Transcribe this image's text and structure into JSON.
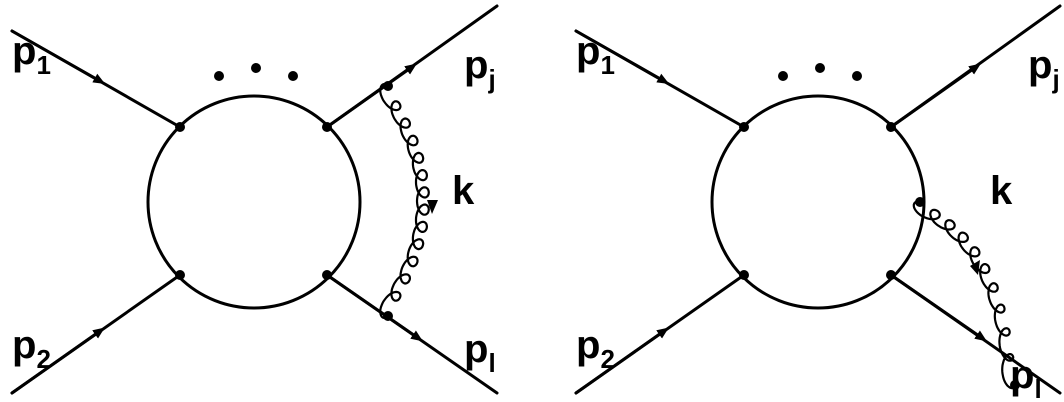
{
  "diagrams": [
    {
      "id": "left",
      "labels": {
        "p1": {
          "main": "p",
          "sub": "1"
        },
        "p2": {
          "main": "p",
          "sub": "2"
        },
        "pj": {
          "main": "p",
          "sub": "j"
        },
        "pl": {
          "main": "p",
          "sub": "l"
        },
        "k": {
          "main": "k",
          "sub": ""
        }
      },
      "gluon_attachment": "between external legs p_j and p_l"
    },
    {
      "id": "right",
      "labels": {
        "p1": {
          "main": "p",
          "sub": "1"
        },
        "p2": {
          "main": "p",
          "sub": "2"
        },
        "pj": {
          "main": "p",
          "sub": "j"
        },
        "pl": {
          "main": "p",
          "sub": "l"
        },
        "k": {
          "main": "k",
          "sub": ""
        }
      },
      "gluon_attachment": "between loop blob and external leg p_l"
    }
  ],
  "ellipsis_dots": 3,
  "colors": {
    "ink": "#000000",
    "background": "#ffffff"
  }
}
